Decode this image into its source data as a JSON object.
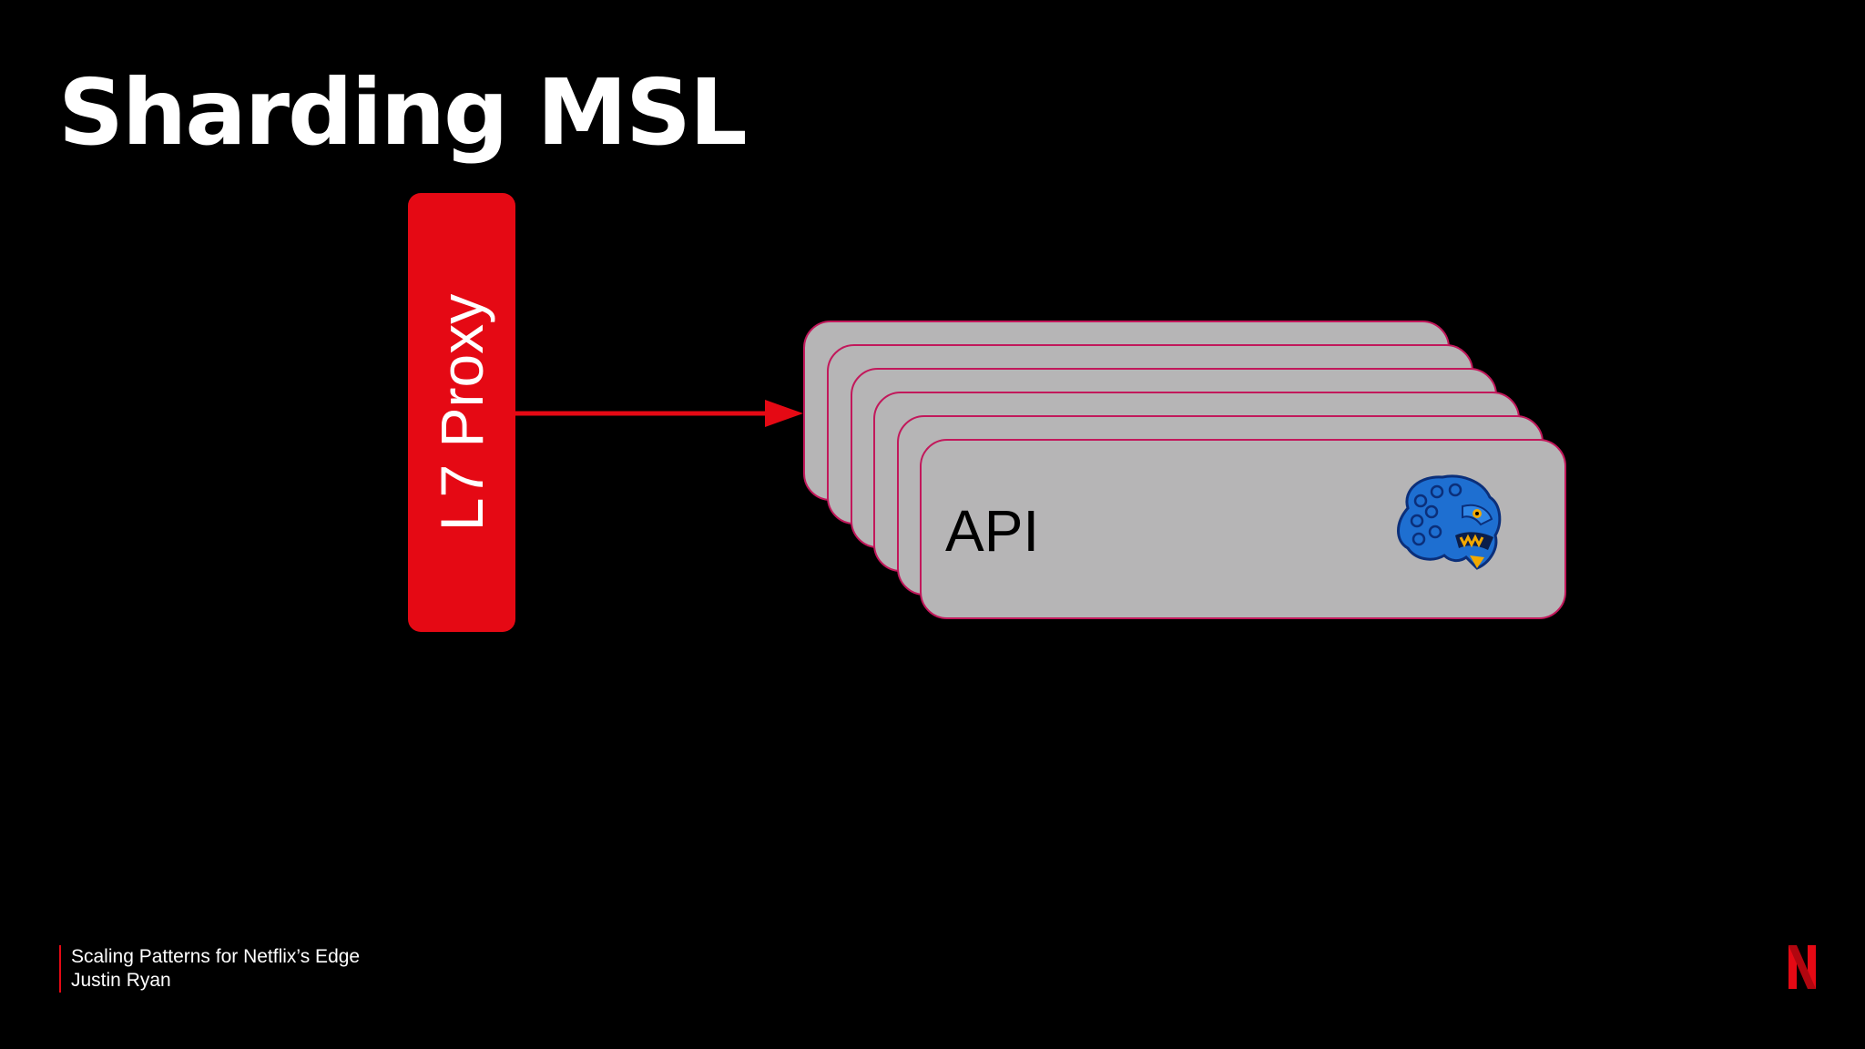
{
  "slide": {
    "title": "Sharding MSL"
  },
  "diagram": {
    "proxy_label": "L7 Proxy",
    "service_label": "API",
    "instance_count": 6,
    "colors": {
      "accent": "#e50914",
      "card_fill": "#b6b5b6",
      "card_border": "#c2185b",
      "background": "#000000"
    },
    "mascot_icon": "blue-lion-dog-mascot"
  },
  "footer": {
    "talk_title": "Scaling Patterns for Netflix’s Edge",
    "speaker": "Justin Ryan"
  },
  "brand": {
    "logo_icon": "netflix-n-logo"
  }
}
